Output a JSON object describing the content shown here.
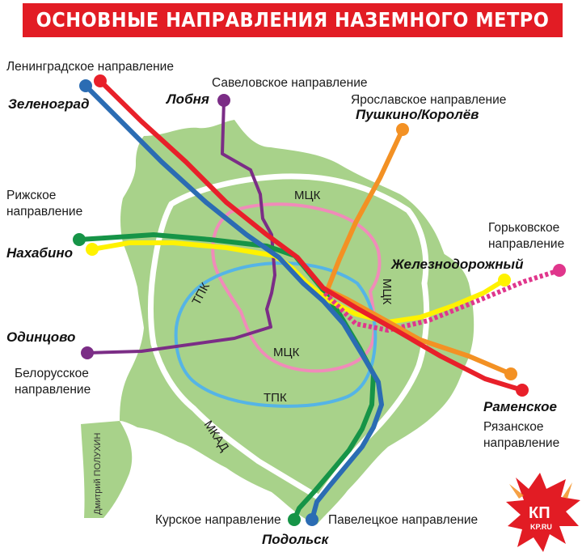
{
  "title": "ОСНОВНЫЕ НАПРАВЛЕНИЯ НАЗЕМНОГО МЕТРО",
  "colors": {
    "banner": "#e21c24",
    "city_fill": "#a8d28a",
    "mkad_stroke": "#ffffff",
    "leningradskoe": "#e8202a",
    "zelenograd_blue": "#2b6cb3",
    "savelovskoe": "#7b2d86",
    "yaroslavskoe": "#f39124",
    "rizhskoe": "#169447",
    "nakhabino_yellow": "#fff200",
    "gorkovskoe": "#e0368c",
    "mck": "#f08bb9",
    "tpk": "#55b4e6"
  },
  "rings": {
    "mck": "МЦК",
    "tpk": "ТПК",
    "mkad": "МКАД"
  },
  "directions": {
    "leningradskoe": "Ленинградское направление",
    "savelovskoe": "Савеловское направление",
    "yaroslavskoe": "Ярославское направление",
    "rizhskoe_line1": "Рижское",
    "rizhskoe_line2": "направление",
    "gorkovskoe_line1": "Горьковское",
    "gorkovskoe_line2": "направление",
    "belorusskoe_line1": "Белорусское",
    "belorusskoe_line2": "направление",
    "ryazanskoe_line1": "Рязанское",
    "ryazanskoe_line2": "направление",
    "kurskoe": "Курское направление",
    "paveletskoe": "Павелецкое направление"
  },
  "termini": {
    "zelenograd": "Зеленоград",
    "lobnya": "Лобня",
    "pushkino_korolev": "Пушкино/Королёв",
    "nakhabino": "Нахабино",
    "zheleznodorozhny": "Железнодорожный",
    "odintsovo": "Одинцово",
    "ramenskoe": "Раменское",
    "podolsk": "Подольск"
  },
  "credit": "Дмитрий ПОЛУХИН",
  "logo": {
    "main": "КП",
    "sub": "KP.RU"
  }
}
